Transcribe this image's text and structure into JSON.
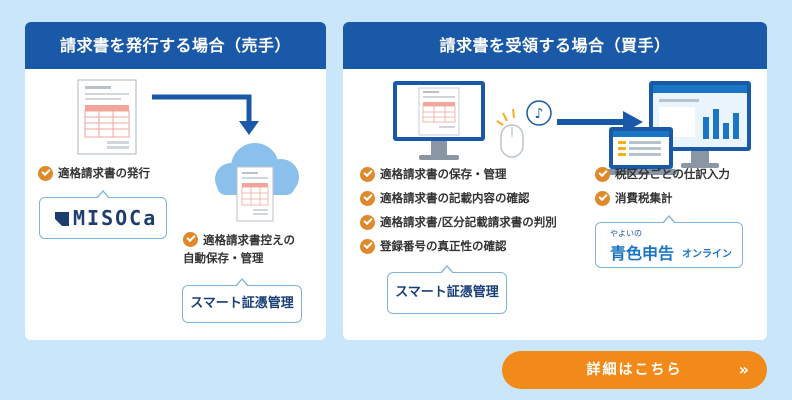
{
  "seller": {
    "title": "請求書を発行する場合（売手）",
    "item1": "適格請求書の発行",
    "misoca_logo": "MISOCa",
    "item2_line1": "適格請求書控えの",
    "item2_line2": "自動保存・管理",
    "smart_logo": "スマート証憑管理"
  },
  "buyer": {
    "title": "請求書を受領する場合（買手）",
    "items_left": [
      "適格請求書の保存・管理",
      "適格請求書の記載内容の確認",
      "適格請求書/区分記載請求書の判別",
      "登録番号の真正性の確認"
    ],
    "items_right": [
      "税区分ごとの仕訳入力",
      "消費税集計"
    ],
    "smart_logo": "スマート証憑管理",
    "aoiro_logo_ruby": "やよいの",
    "aoiro_logo_main": "青色申告",
    "aoiro_logo_sub": "オンライン"
  },
  "cta": {
    "label": "詳細はこちら",
    "chevron": "»"
  },
  "colors": {
    "header_blue": "#1a58a8",
    "check_orange": "#e0892a",
    "cta_orange": "#f28a1a",
    "background": "#c9e6fb"
  }
}
